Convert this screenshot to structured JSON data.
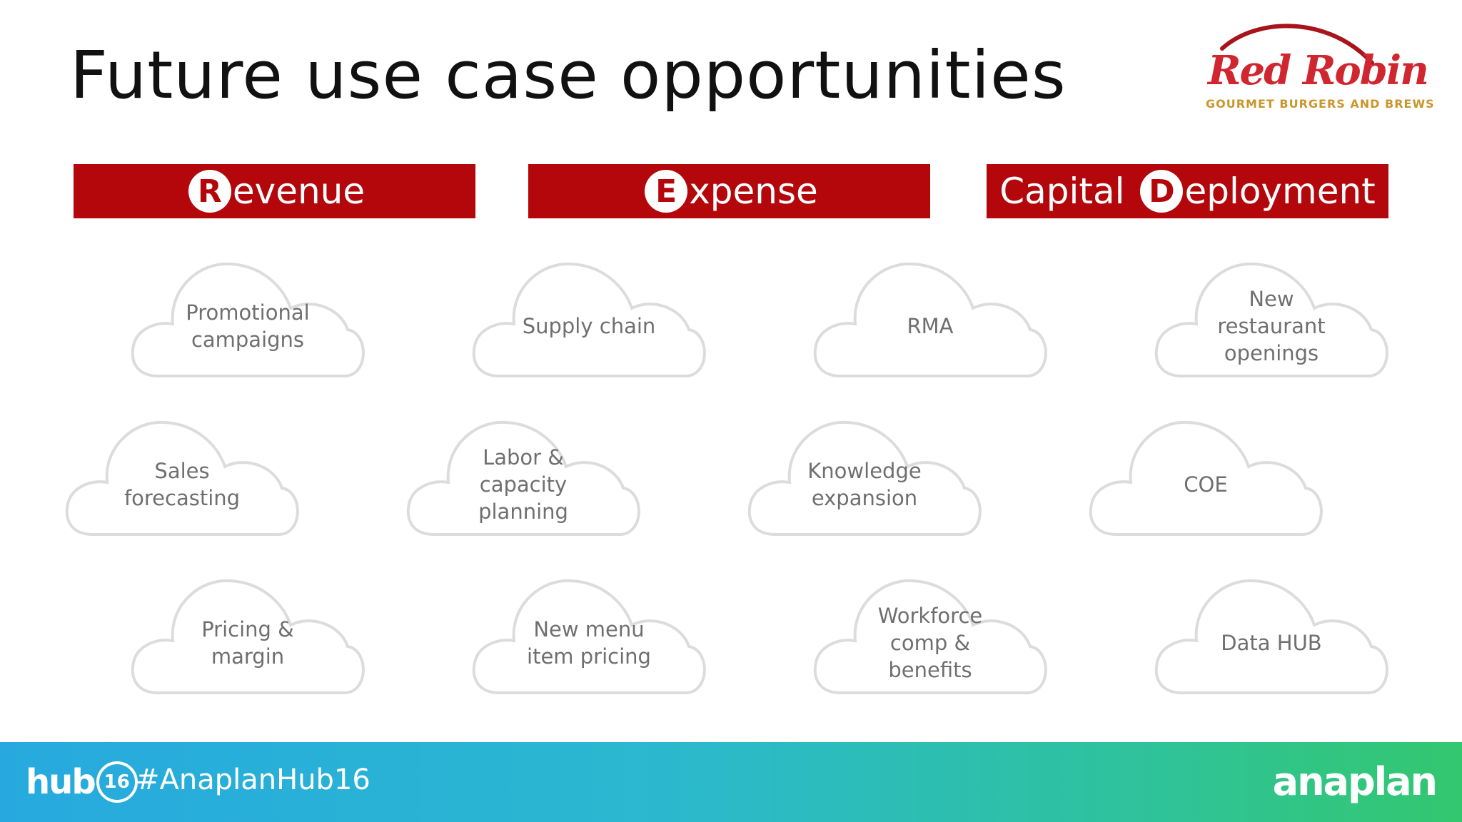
{
  "slide": {
    "title": "Future use case opportunities"
  },
  "logo": {
    "name": "Red Robin",
    "tagline": "GOURMET BURGERS AND BREWS",
    "color": "#d0262f",
    "tagline_color": "#c9962b"
  },
  "categories": [
    {
      "badge": "R",
      "before": "",
      "after": "evenue"
    },
    {
      "badge": "E",
      "before": "",
      "after": "xpense"
    },
    {
      "badge": "D",
      "before": "Capital ",
      "after": "eployment"
    }
  ],
  "clouds": [
    {
      "label": "Promotional\ncampaigns"
    },
    {
      "label": "Supply chain"
    },
    {
      "label": "RMA"
    },
    {
      "label": "New\nrestaurant\nopenings"
    },
    {
      "label": "Sales\nforecasting"
    },
    {
      "label": "Labor &\ncapacity\nplanning"
    },
    {
      "label": "Knowledge\nexpansion"
    },
    {
      "label": "COE"
    },
    {
      "label": "Pricing &\nmargin"
    },
    {
      "label": "New menu\nitem pricing"
    },
    {
      "label": "Workforce\ncomp &\nbenefits"
    },
    {
      "label": "Data HUB"
    }
  ],
  "footer": {
    "hub_word": "hub",
    "hub_number": "16",
    "hashtag": "#AnaplanHub16",
    "brand": "anaplan"
  },
  "colors": {
    "banner": "#b3070b",
    "cloud_stroke": "#dcdcdc",
    "cloud_text": "#6f6f6f"
  }
}
